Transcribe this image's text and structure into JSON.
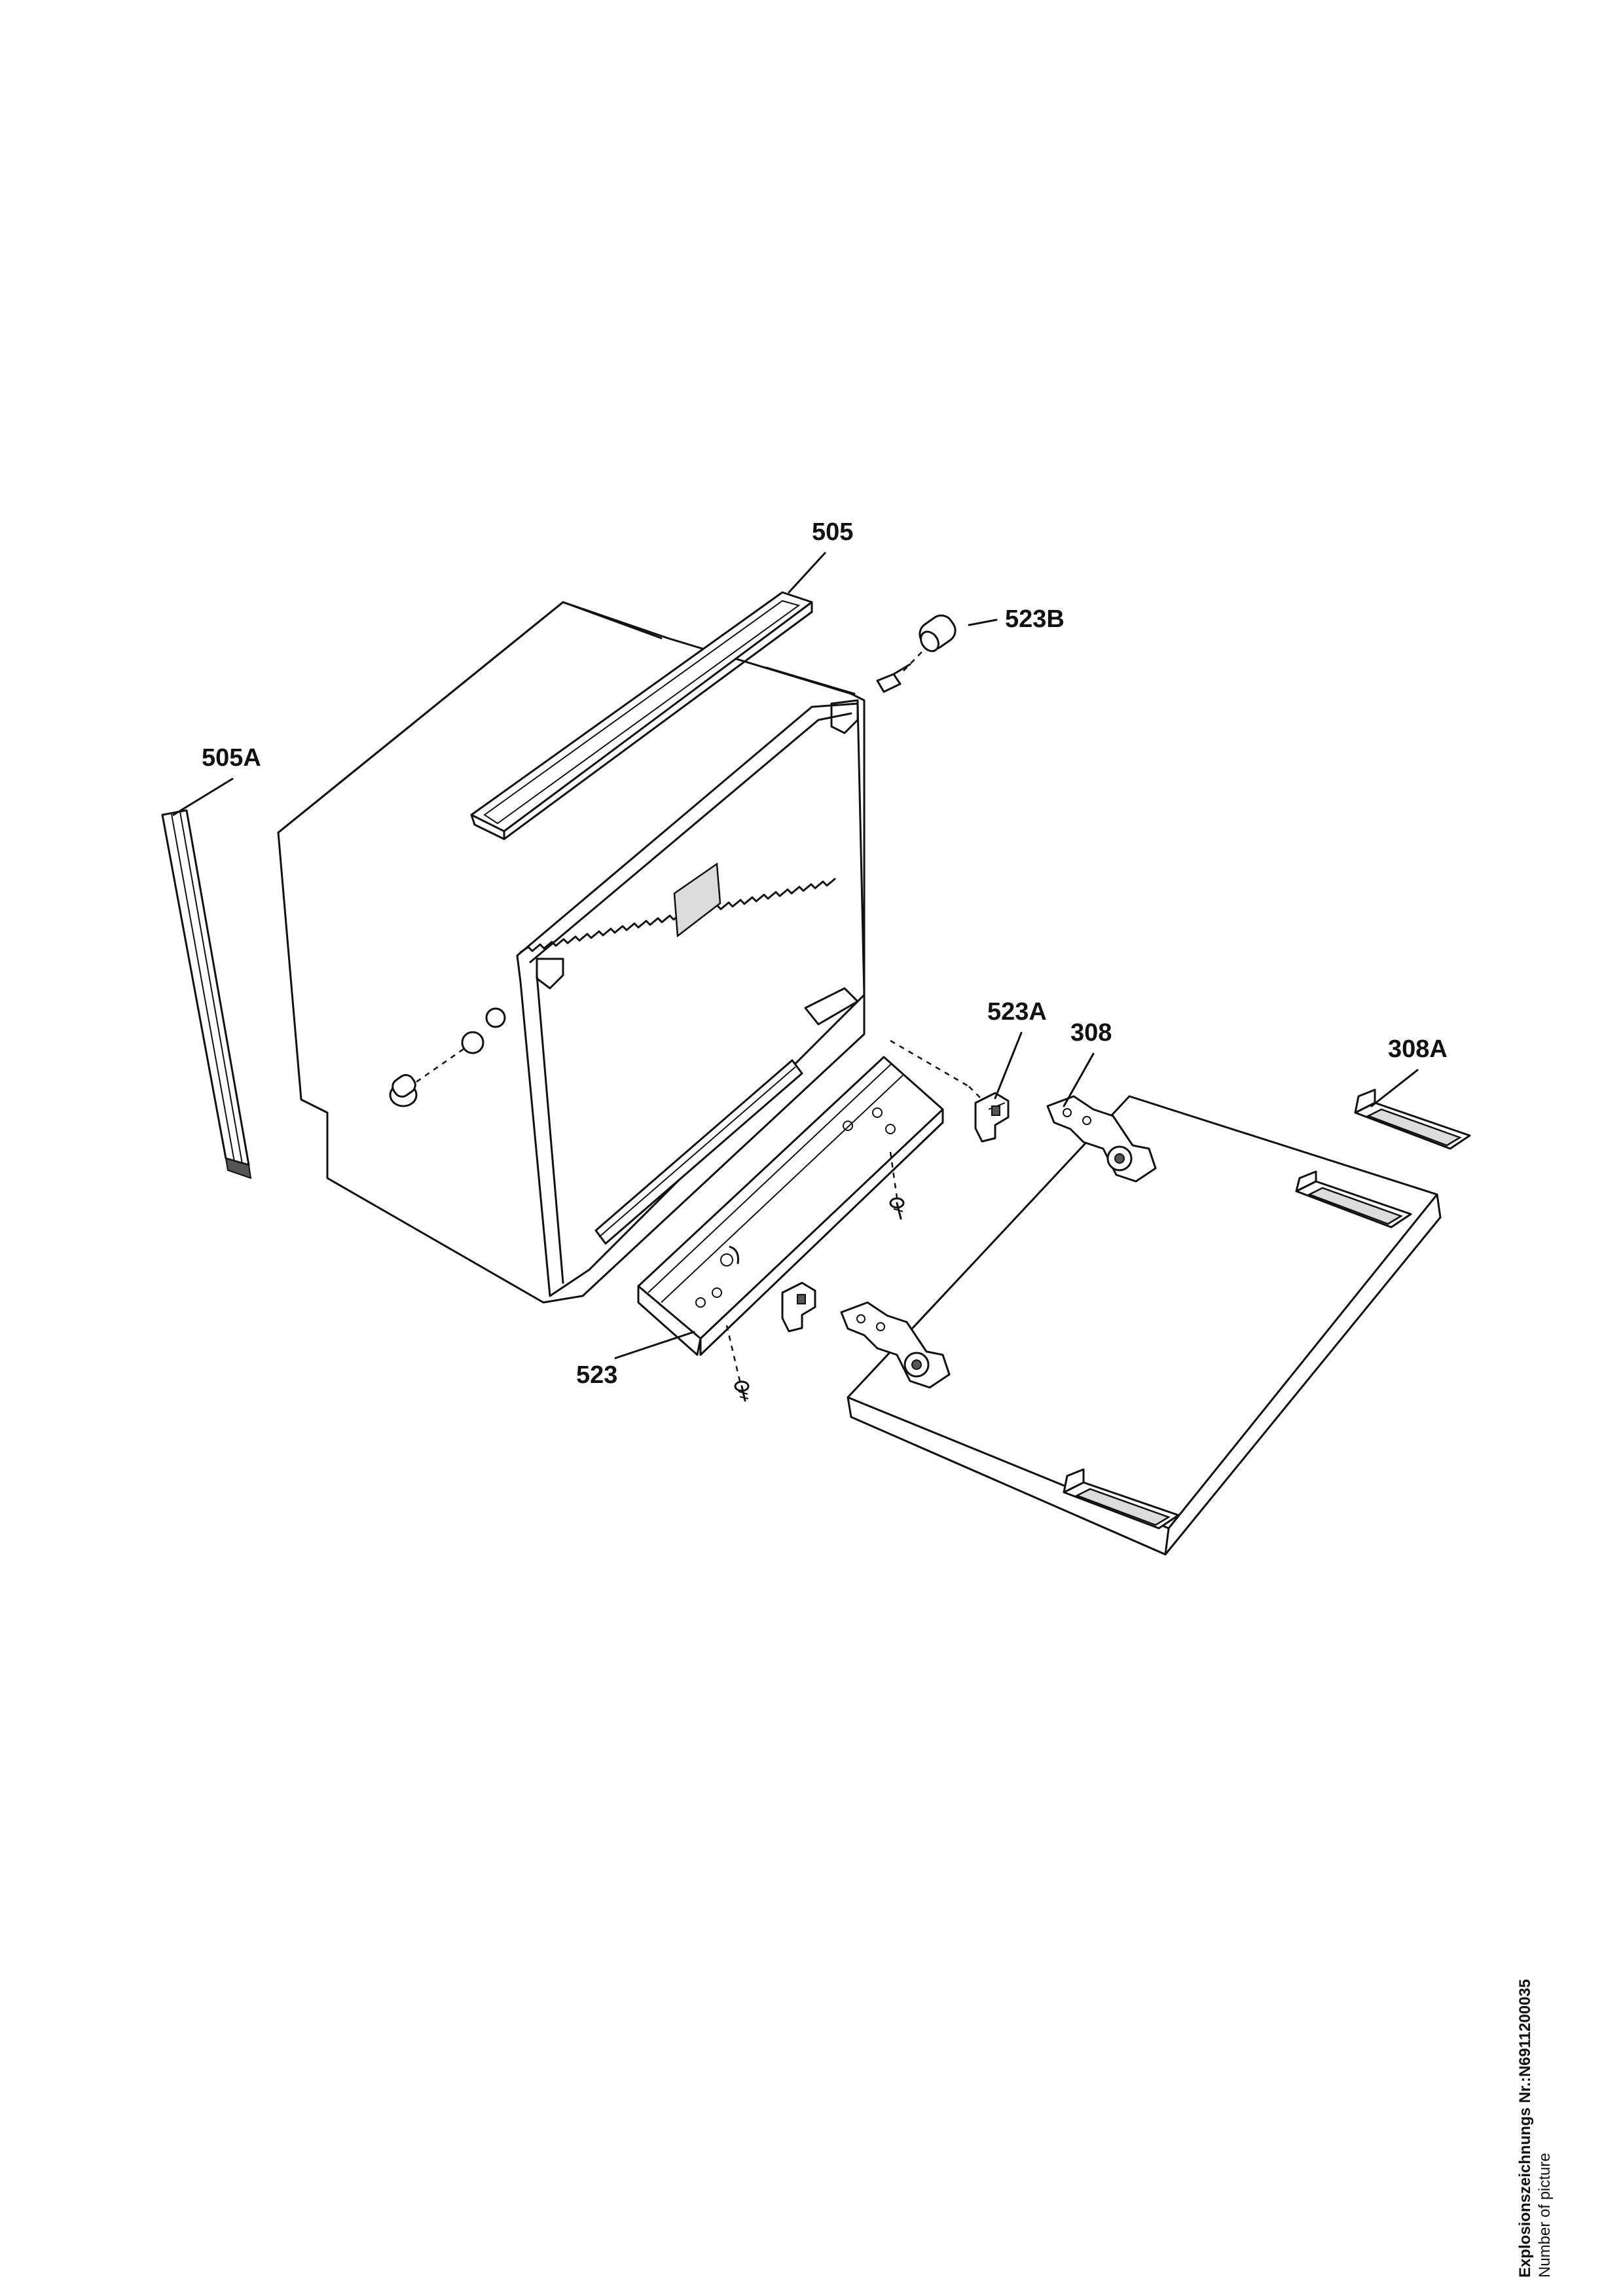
{
  "labels": {
    "p505": "505",
    "p505A": "505A",
    "p523B": "523B",
    "p523A": "523A",
    "p308": "308",
    "p308A": "308A",
    "p523": "523"
  },
  "footer": {
    "line1": "Explosionszeichnungs Nr.:N6911200035",
    "line2": "Number of picture"
  }
}
